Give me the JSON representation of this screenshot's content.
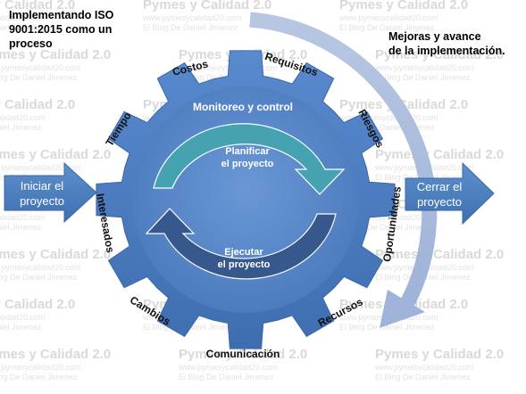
{
  "title_lines": [
    "Implementando ISO",
    "9001:2015 como un",
    "proceso"
  ],
  "note_lines": [
    "Mejoras y avance",
    "de la implementación."
  ],
  "gear_labels": {
    "costos": "Costos",
    "requisitos": "Requisitos",
    "riesgos": "Riesgos",
    "tiempo": "Tiempo",
    "interesados": "Interesados",
    "oportunidades": "Oportunidades",
    "cambios": "Cambios",
    "recursos": "Recursos",
    "comunicacion": "Comunicación"
  },
  "center": {
    "monitoreo": "Monitoreo y control",
    "planificar": [
      "Planificar",
      "el proyecto"
    ],
    "ejecutar": [
      "Ejecutar",
      "el proyecto"
    ]
  },
  "arrows": {
    "iniciar": [
      "Iniciar el",
      "proyecto"
    ],
    "cerrar": [
      "Cerrar el",
      "proyecto"
    ]
  },
  "watermark": {
    "title": "Pymes y Calidad 2.0",
    "url": "www.pymesycalidad20.com",
    "blog": "El Blog De Daniel Jimenez"
  },
  "colors": {
    "gear": "#4d7dc0",
    "gear_dark": "#2f5f9f",
    "gear_inner": "#5f8fd0",
    "arc_teal": "#3f9aa8",
    "arc_navy": "#2d4f80",
    "outer_arc": "#a9bbdc",
    "arrow_fill": "#4f82c0"
  }
}
